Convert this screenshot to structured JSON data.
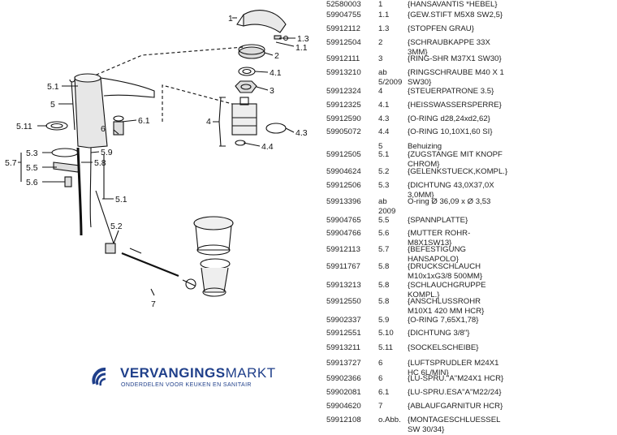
{
  "brand": {
    "name_bold": "VERVANGINGS",
    "name_light": "MARKT",
    "tagline": "ONDERDELEN VOOR KEUKEN EN SANITAIR",
    "color": "#1f3f8a",
    "icon": "water-drop-spray-icon"
  },
  "diagram_labels": [
    "1",
    "1.3",
    "1.1",
    "2",
    "4.1",
    "3",
    "4",
    "4.3",
    "4.4",
    "5.1",
    "5",
    "6.1",
    "6",
    "5.11",
    "5.3",
    "5.9",
    "5.7",
    "5.5",
    "5.8",
    "5.6",
    "5.1",
    "5.2",
    "7"
  ],
  "parts": [
    {
      "number": "52580003",
      "pos": "1",
      "desc": "{HANSAVANTIS *HEBEL}"
    },
    {
      "number": "59904755",
      "pos": "1.1",
      "desc": "{GEW.STIFT M5X8 SW2,5}"
    },
    {
      "number": "59912112",
      "pos": "1.3",
      "desc": "{STOPFEN GRAU}"
    },
    {
      "number": "59912504",
      "pos": "2",
      "desc": "{SCHRAUBKAPPE 33X\n3MM}"
    },
    {
      "number": "59912111",
      "pos": "3",
      "desc": "{RING-SHR M37X1 SW30}"
    },
    {
      "number": "59913210",
      "pos": "ab\n5/2009",
      "desc": "{RINGSCHRAUBE M40 X 1\nSW30}"
    },
    {
      "number": "59912324",
      "pos": "4",
      "desc": "{STEUERPATRONE 3.5}"
    },
    {
      "number": "59912325",
      "pos": "4.1",
      "desc": "{HEISSWASSERSPERRE}"
    },
    {
      "number": "59912590",
      "pos": "4.3",
      "desc": "{O-RING d28,24xd2,62}"
    },
    {
      "number": "59905072",
      "pos": "4.4",
      "desc": "{O-RING 10,10X1,60 SI}"
    },
    {
      "number": "",
      "pos": "5",
      "desc": "Behuizing"
    },
    {
      "number": "59912505",
      "pos": "5.1",
      "desc": "{ZUGSTANGE MIT KNOPF\nCHROM}"
    },
    {
      "number": "59904624",
      "pos": "5.2",
      "desc": "{GELENKSTUECK,KOMPL.}"
    },
    {
      "number": "59912506",
      "pos": "5.3",
      "desc": "{DICHTUNG 43,0X37,0X\n3,0MM}"
    },
    {
      "number": "59913396",
      "pos": "ab\n2009",
      "desc": "O-ring Ø 36,09 x Ø 3,53"
    },
    {
      "number": "59904765",
      "pos": "5.5",
      "desc": "{SPANNPLATTE}"
    },
    {
      "number": "59904766",
      "pos": "5.6",
      "desc": "{MUTTER ROHR-\nM8X1SW13}"
    },
    {
      "number": "59912113",
      "pos": "5.7",
      "desc": "{BEFESTIGUNG\nHANSAPOLO}"
    },
    {
      "number": "59911767",
      "pos": "5.8",
      "desc": "{DRUCKSCHLAUCH\nM10x1xG3/8 500MM}"
    },
    {
      "number": "59913213",
      "pos": "5.8",
      "desc": "{SCHLAUCHGRUPPE\nKOMPL.}"
    },
    {
      "number": "59912550",
      "pos": "5.8",
      "desc": "{ANSCHLUSSROHR\nM10X1 420 MM HCR}"
    },
    {
      "number": "59902337",
      "pos": "5.9",
      "desc": "{O-RING 7,65X1,78}"
    },
    {
      "number": "59912551",
      "pos": "5.10",
      "desc": "{DICHTUNG 3/8\"}"
    },
    {
      "number": "59913211",
      "pos": "5.11",
      "desc": "{SOCKELSCHEIBE}"
    },
    {
      "number": "59913727",
      "pos": "6",
      "desc": "{LUFTSPRUDLER M24X1\nHC 6L/MIN}"
    },
    {
      "number": "59902366",
      "pos": "6",
      "desc": "{LU-SPRU.\"A\"M24X1 HCR}"
    },
    {
      "number": "59902081",
      "pos": "6.1",
      "desc": "{LU-SPRU.ESA\"A\"M22/24}"
    },
    {
      "number": "59904620",
      "pos": "7",
      "desc": "{ABLAUFGARNITUR HCR}"
    },
    {
      "number": "59912108",
      "pos": "o.Abb.",
      "desc": "{MONTAGESCHLUESSEL\nSW 30/34}"
    }
  ]
}
